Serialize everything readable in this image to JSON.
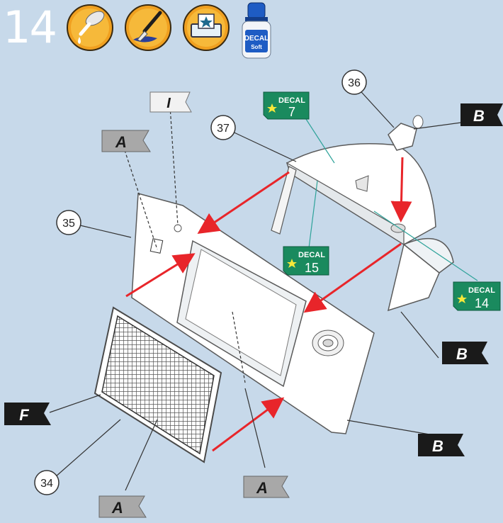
{
  "step": {
    "number": "14"
  },
  "tools": [
    {
      "name": "glue-brush-icon"
    },
    {
      "name": "paint-brush-icon"
    },
    {
      "name": "decal-water-tray-icon"
    }
  ],
  "decal_bottle": {
    "line1": "DECAL",
    "line2": "Soft"
  },
  "parts": {
    "p34": "34",
    "p35": "35",
    "p36": "36",
    "p37": "37"
  },
  "decals": [
    {
      "label": "DECAL",
      "number": "7"
    },
    {
      "label": "DECAL",
      "number": "15"
    },
    {
      "label": "DECAL",
      "number": "14"
    }
  ],
  "flags": {
    "I": "I",
    "A_top": "A",
    "A_bottom_left": "A",
    "A_bottom_mid": "A",
    "F": "F",
    "B_top": "B",
    "B_mid": "B",
    "B_bottom": "B"
  },
  "colors": {
    "background": "#c7d9ea",
    "arrow": "#e8252a",
    "decal_green": "#1a8a5e",
    "flag_dark": "#1a1a1a",
    "flag_grey": "#a8a8a8",
    "icon_orange": "#f0a020"
  }
}
